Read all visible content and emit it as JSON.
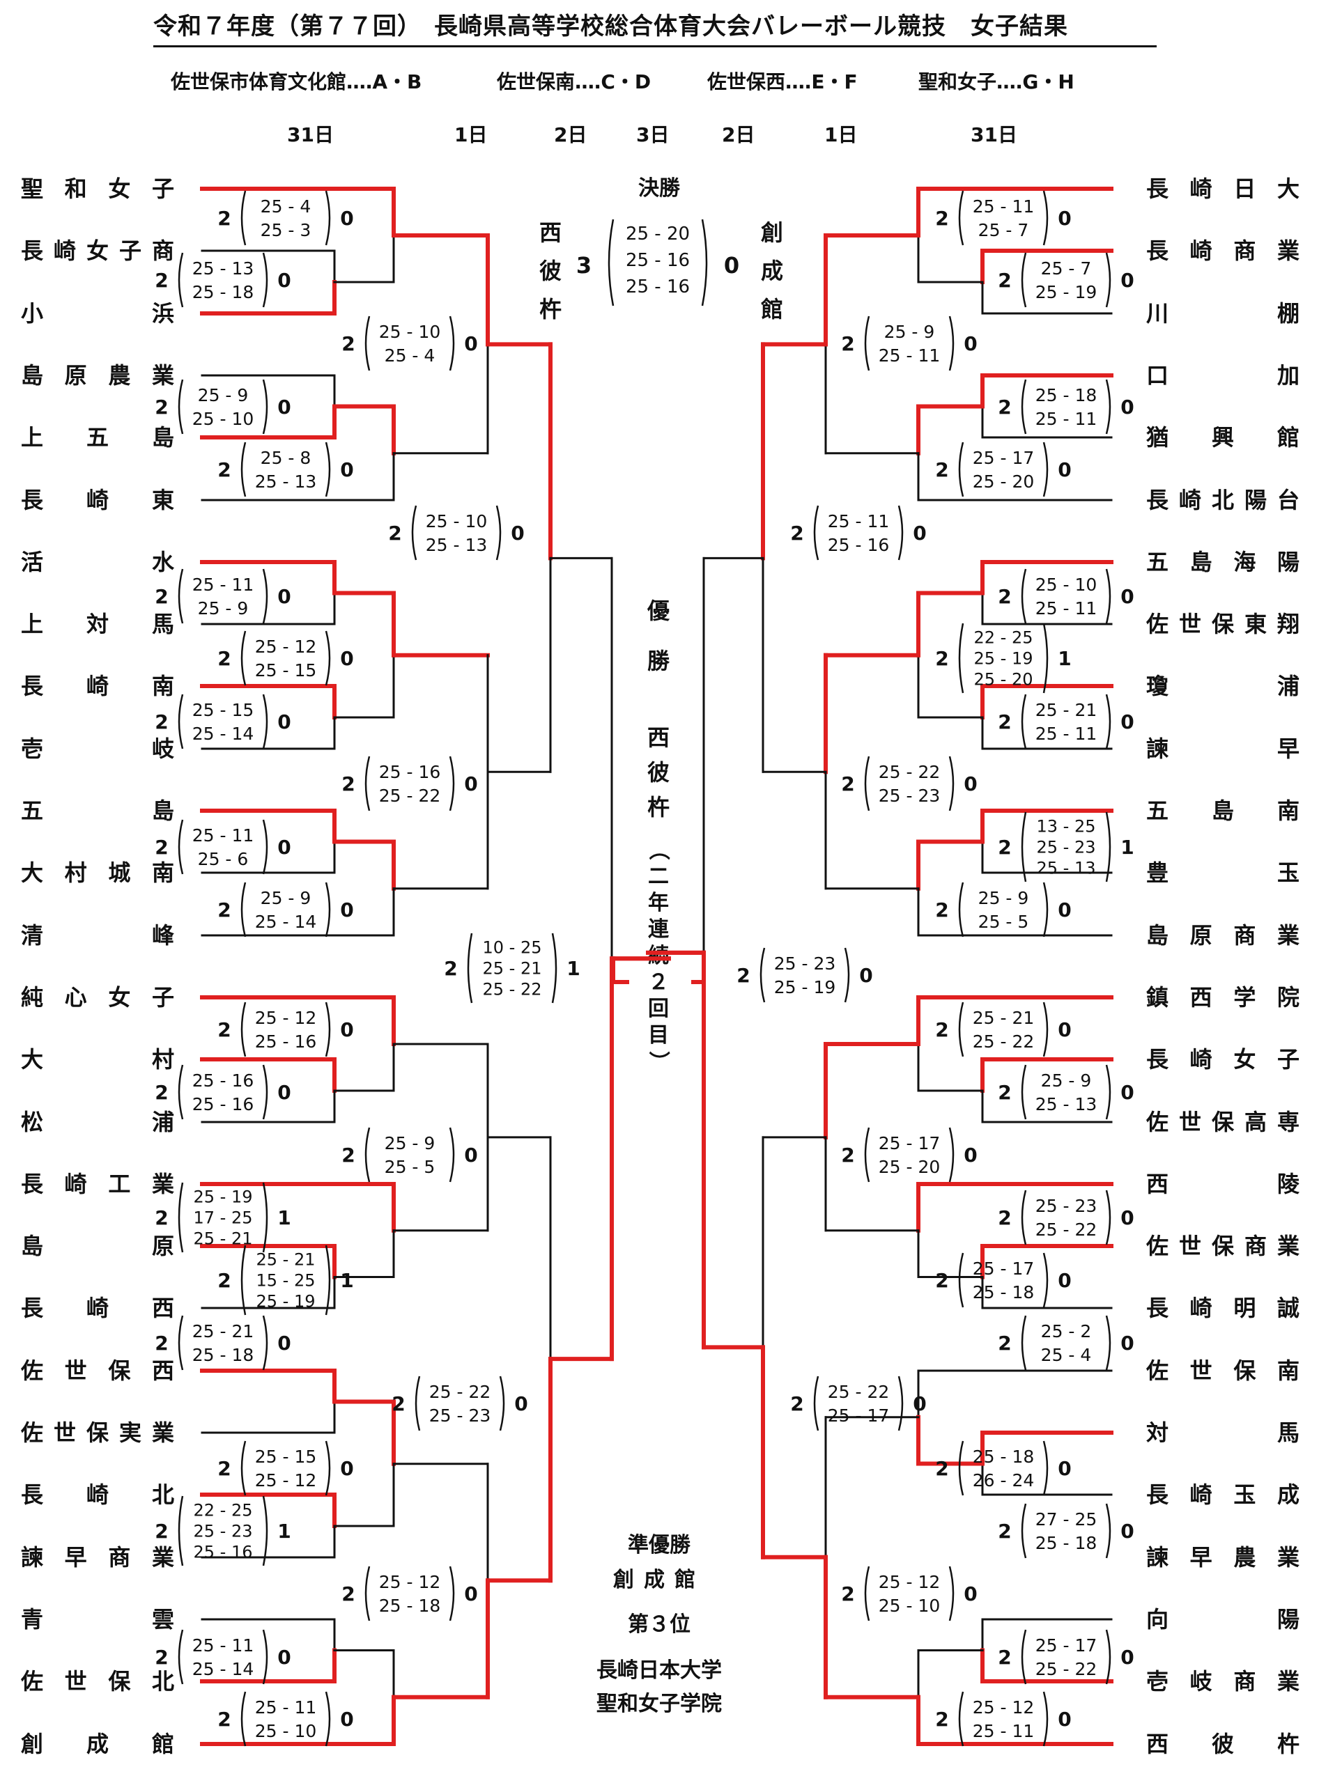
{
  "title": "令和７年度（第７７回）　長崎県高等学校総合体育大会バレーボール競技　女子結果",
  "venues": [
    "佐世保市体育文化館‥‥A・B",
    "佐世保南‥‥C・D",
    "佐世保西‥‥E・F",
    "聖和女子‥‥G・H"
  ],
  "days": [
    "31日",
    "1日",
    "2日",
    "3日",
    "2日",
    "1日",
    "31日"
  ],
  "left_teams": [
    "聖和女子",
    "長崎女子商",
    "小浜",
    "島原農業",
    "上五島",
    "長崎東",
    "活水",
    "上対馬",
    "長崎南",
    "壱岐",
    "五島",
    "大村城南",
    "清峰",
    "純心女子",
    "大村",
    "松浦",
    "長崎工業",
    "島原",
    "長崎西",
    "佐世保西",
    "佐世保実業",
    "長崎北",
    "諫早商業",
    "青雲",
    "佐世保北",
    "創成館"
  ],
  "right_teams": [
    "長崎日大",
    "長崎商業",
    "川棚",
    "口加",
    "猶興館",
    "長崎北陽台",
    "五島海陽",
    "佐世保東翔",
    "瓊浦",
    "諫早",
    "五島南",
    "豊玉",
    "島原商業",
    "鎮西学院",
    "長崎女子",
    "佐世保高専",
    "西陵",
    "佐世保商業",
    "長崎明誠",
    "佐世保南",
    "対馬",
    "長崎玉成",
    "諫早農業",
    "向陽",
    "壱岐商業",
    "西彼杵"
  ],
  "final": {
    "label": "決勝",
    "left_team": "西彼杵",
    "right_team": "創成館",
    "left_sets": "3",
    "right_sets": "0",
    "scores": [
      "25 - 20",
      "25 - 16",
      "25 - 16"
    ]
  },
  "champion": {
    "label": "優勝",
    "team": "西彼杵",
    "note": "（二年連続２回目）"
  },
  "results": {
    "runner_up_label": "準優勝",
    "runner_up": "創成館",
    "third_label": "第３位",
    "third": [
      "長崎日本大学",
      "聖和女子学院"
    ]
  },
  "matches": [
    {
      "id": "L1",
      "w": "2",
      "l": "0",
      "s": [
        "25 - 4",
        "25 - 3"
      ]
    },
    {
      "id": "L2",
      "w": "2",
      "l": "0",
      "s": [
        "25 - 13",
        "25 - 18"
      ]
    },
    {
      "id": "L3",
      "w": "2",
      "l": "0",
      "s": [
        "25 - 10",
        "25 - 4"
      ]
    },
    {
      "id": "L4",
      "w": "2",
      "l": "0",
      "s": [
        "25 - 9",
        "25 - 10"
      ]
    },
    {
      "id": "L5",
      "w": "2",
      "l": "0",
      "s": [
        "25 - 8",
        "25 - 13"
      ]
    },
    {
      "id": "L6",
      "w": "2",
      "l": "0",
      "s": [
        "25 - 10",
        "25 - 13"
      ]
    },
    {
      "id": "L7",
      "w": "2",
      "l": "0",
      "s": [
        "25 - 11",
        "25 - 9"
      ]
    },
    {
      "id": "L8",
      "w": "2",
      "l": "0",
      "s": [
        "25 - 12",
        "25 - 15"
      ]
    },
    {
      "id": "L9",
      "w": "2",
      "l": "0",
      "s": [
        "25 - 15",
        "25 - 14"
      ]
    },
    {
      "id": "L10",
      "w": "2",
      "l": "0",
      "s": [
        "25 - 16",
        "25 - 22"
      ]
    },
    {
      "id": "L11",
      "w": "2",
      "l": "0",
      "s": [
        "25 - 11",
        "25 - 6"
      ]
    },
    {
      "id": "L12",
      "w": "2",
      "l": "0",
      "s": [
        "25 - 9",
        "25 - 14"
      ]
    },
    {
      "id": "L13",
      "w": "2",
      "l": "1",
      "s": [
        "10 - 25",
        "25 - 21",
        "25 - 22"
      ]
    },
    {
      "id": "L14",
      "w": "2",
      "l": "0",
      "s": [
        "25 - 12",
        "25 - 16"
      ]
    },
    {
      "id": "L15",
      "w": "2",
      "l": "0",
      "s": [
        "25 - 16",
        "25 - 16"
      ]
    },
    {
      "id": "L16",
      "w": "2",
      "l": "0",
      "s": [
        "25 - 9",
        "25 - 5"
      ]
    },
    {
      "id": "L17",
      "w": "2",
      "l": "1",
      "s": [
        "25 - 19",
        "17 - 25",
        "25 - 21"
      ]
    },
    {
      "id": "L18",
      "w": "2",
      "l": "1",
      "s": [
        "25 - 21",
        "15 - 25",
        "25 - 19"
      ]
    },
    {
      "id": "L19",
      "w": "2",
      "l": "0",
      "s": [
        "25 - 21",
        "25 - 18"
      ]
    },
    {
      "id": "L20",
      "w": "2",
      "l": "0",
      "s": [
        "25 - 22",
        "25 - 23"
      ]
    },
    {
      "id": "L21",
      "w": "2",
      "l": "0",
      "s": [
        "25 - 15",
        "25 - 12"
      ]
    },
    {
      "id": "L22",
      "w": "2",
      "l": "1",
      "s": [
        "22 - 25",
        "25 - 23",
        "25 - 16"
      ]
    },
    {
      "id": "L23",
      "w": "2",
      "l": "0",
      "s": [
        "25 - 12",
        "25 - 18"
      ]
    },
    {
      "id": "L24",
      "w": "2",
      "l": "0",
      "s": [
        "25 - 11",
        "25 - 14"
      ]
    },
    {
      "id": "L25",
      "w": "2",
      "l": "0",
      "s": [
        "25 - 11",
        "25 - 10"
      ]
    },
    {
      "id": "R1",
      "w": "2",
      "l": "0",
      "s": [
        "25 - 11",
        "25 - 7"
      ]
    },
    {
      "id": "R2",
      "w": "2",
      "l": "0",
      "s": [
        "25 - 7",
        "25 - 19"
      ]
    },
    {
      "id": "R3",
      "w": "2",
      "l": "0",
      "s": [
        "25 - 9",
        "25 - 11"
      ]
    },
    {
      "id": "R4",
      "w": "2",
      "l": "0",
      "s": [
        "25 - 18",
        "25 - 11"
      ]
    },
    {
      "id": "R5",
      "w": "2",
      "l": "0",
      "s": [
        "25 - 17",
        "25 - 20"
      ]
    },
    {
      "id": "R6",
      "w": "2",
      "l": "0",
      "s": [
        "25 - 11",
        "25 - 16"
      ]
    },
    {
      "id": "R7",
      "w": "2",
      "l": "0",
      "s": [
        "25 - 10",
        "25 - 11"
      ]
    },
    {
      "id": "R8",
      "w": "2",
      "l": "1",
      "s": [
        "22 - 25",
        "25 - 19",
        "25 - 20"
      ]
    },
    {
      "id": "R9",
      "w": "2",
      "l": "0",
      "s": [
        "25 - 21",
        "25 - 11"
      ]
    },
    {
      "id": "R10",
      "w": "2",
      "l": "0",
      "s": [
        "25 - 22",
        "25 - 23"
      ]
    },
    {
      "id": "R11",
      "w": "2",
      "l": "1",
      "s": [
        "13 - 25",
        "25 - 23",
        "25 - 13"
      ]
    },
    {
      "id": "R12",
      "w": "2",
      "l": "0",
      "s": [
        "25 - 9",
        "25 - 5"
      ]
    },
    {
      "id": "R13",
      "w": "2",
      "l": "0",
      "s": [
        "25 - 23",
        "25 - 19"
      ]
    },
    {
      "id": "R14",
      "w": "2",
      "l": "0",
      "s": [
        "25 - 21",
        "25 - 22"
      ]
    },
    {
      "id": "R15",
      "w": "2",
      "l": "0",
      "s": [
        "25 - 9",
        "25 - 13"
      ]
    },
    {
      "id": "R16",
      "w": "2",
      "l": "0",
      "s": [
        "25 - 17",
        "25 - 20"
      ]
    },
    {
      "id": "R17",
      "w": "2",
      "l": "0",
      "s": [
        "25 - 23",
        "25 - 22"
      ]
    },
    {
      "id": "R18",
      "w": "2",
      "l": "0",
      "s": [
        "25 - 17",
        "25 - 18"
      ]
    },
    {
      "id": "R19",
      "w": "2",
      "l": "0",
      "s": [
        "25 - 2",
        "25 - 4"
      ]
    },
    {
      "id": "R20",
      "w": "2",
      "l": "0",
      "s": [
        "25 - 22",
        "25 - 17"
      ]
    },
    {
      "id": "R21",
      "w": "2",
      "l": "0",
      "s": [
        "25 - 18",
        "26 - 24"
      ]
    },
    {
      "id": "R22",
      "w": "2",
      "l": "0",
      "s": [
        "27 - 25",
        "25 - 18"
      ]
    },
    {
      "id": "R23",
      "w": "2",
      "l": "0",
      "s": [
        "25 - 12",
        "25 - 10"
      ]
    },
    {
      "id": "R24",
      "w": "2",
      "l": "0",
      "s": [
        "25 - 17",
        "25 - 22"
      ]
    },
    {
      "id": "R25",
      "w": "2",
      "l": "0",
      "s": [
        "25 - 12",
        "25 - 11"
      ]
    }
  ],
  "colors": {
    "winner_line": "#e02020",
    "loser_line": "#111111"
  }
}
